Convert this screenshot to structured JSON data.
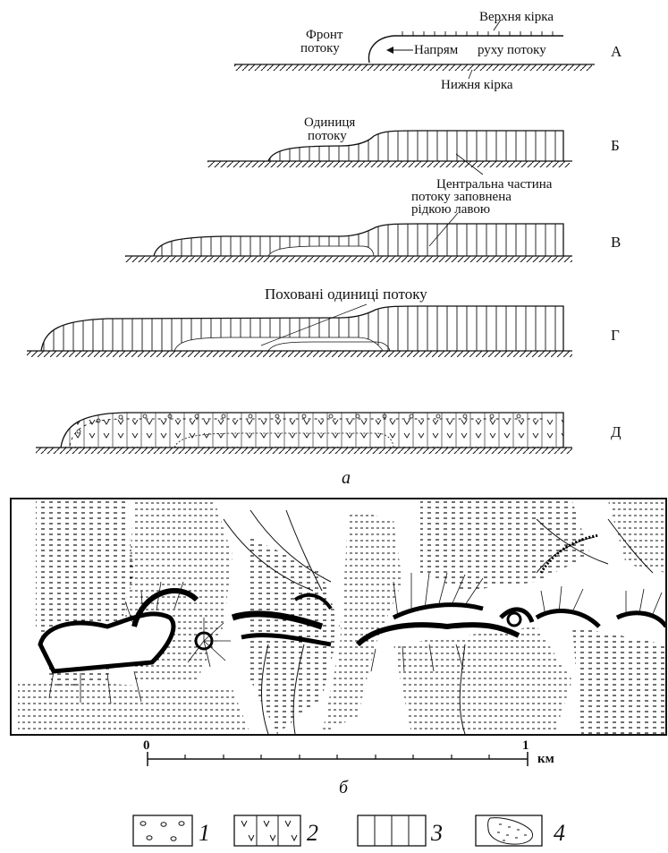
{
  "profiles": [
    {
      "letter": "А",
      "labels": {
        "top_crust": "Верхня кірка",
        "front_line1": "Фронт",
        "front_line2": "потоку",
        "direction_a": "Напрям",
        "direction_b": "руху потоку",
        "bottom_crust": "Нижня кірка"
      }
    },
    {
      "letter": "Б",
      "labels": {
        "unit_line1": "Одиниця",
        "unit_line2": "потоку",
        "center_line1": "Центральна частина",
        "center_line2": "потоку заповнена",
        "center_line3": "рідкою лавою"
      }
    },
    {
      "letter": "В"
    },
    {
      "letter": "Г",
      "labels": {
        "buried": "Поховані одиниці потоку"
      }
    },
    {
      "letter": "Д"
    }
  ],
  "caption_a": "а",
  "map": {
    "scale_start": "0",
    "scale_end": "1",
    "scale_unit": "км"
  },
  "caption_b": "б",
  "legend": [
    {
      "num": "1",
      "pattern": "vesicles"
    },
    {
      "num": "2",
      "pattern": "v-marks"
    },
    {
      "num": "3",
      "pattern": "vertical-lines"
    },
    {
      "num": "4",
      "pattern": "dotted-lens"
    }
  ]
}
